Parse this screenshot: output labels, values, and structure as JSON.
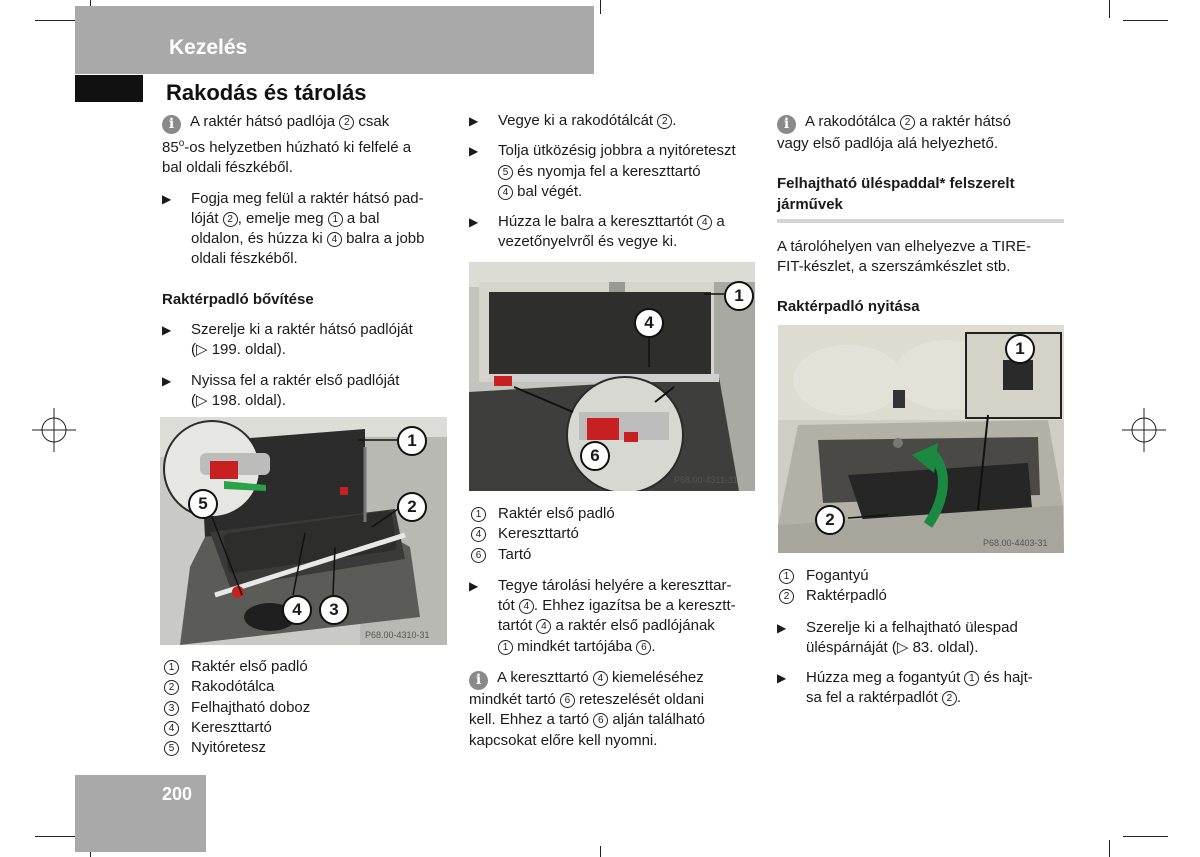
{
  "header": {
    "chapter": "Kezelés",
    "title": "Rakodás és tárolás",
    "page_number": "200"
  },
  "col1": {
    "info1": [
      "A raktér hátsó padlója ",
      " csak",
      "85",
      "o",
      "-os helyzetben húzható ki felfelé a",
      "bal oldali fészkéből."
    ],
    "info1_num": "2",
    "step1": {
      "a": "Fogja meg felül a raktér hátsó pad-",
      "b1": "lóját ",
      "b2": ", emelje meg ",
      "b3": " a bal",
      "c1": "oldalon, és húzza ki ",
      "c2": " balra a jobb",
      "d": "oldali fészkéből.",
      "n1": "2",
      "n2": "1",
      "n3": "4"
    },
    "subhead": "Raktérpadló bővítése",
    "step2": {
      "a": "Szerelje ki a raktér hátsó padlóját",
      "b": "(▷ 199. oldal)."
    },
    "step3": {
      "a": "Nyissa fel a raktér első padlóját",
      "b": "(▷ 198. oldal)."
    },
    "figure": {
      "code": "P68.00-4310-31",
      "callouts": [
        "1",
        "2",
        "5",
        "4",
        "3"
      ]
    },
    "legend": [
      {
        "num": "1",
        "text": "Raktér első padló"
      },
      {
        "num": "2",
        "text": "Rakodótálca"
      },
      {
        "num": "3",
        "text": "Felhajtható doboz"
      },
      {
        "num": "4",
        "text": "Kereszttartó"
      },
      {
        "num": "5",
        "text": "Nyitóretesz"
      }
    ]
  },
  "col2": {
    "step1": {
      "a": "Vegye ki a rakodótálcát ",
      "n": "2",
      "b": "."
    },
    "step2": {
      "a": "Tolja ütközésig jobbra a nyitóreteszt",
      "b": " és nyomja fel a kereszttartó",
      "c": " bal végét.",
      "n1": "5",
      "n2": "4"
    },
    "step3": {
      "a1": "Húzza le balra a kereszttartót ",
      "a2": " a",
      "b": "vezetőnyelvről és vegye ki.",
      "n": "4"
    },
    "figure": {
      "code": "P68.00-4311-31",
      "callouts": [
        "1",
        "4",
        "6"
      ]
    },
    "legend": [
      {
        "num": "1",
        "text": "Raktér első padló"
      },
      {
        "num": "4",
        "text": "Kereszttartó"
      },
      {
        "num": "6",
        "text": "Tartó"
      }
    ],
    "step4": {
      "a": "Tegye tárolási helyére a kereszttar-",
      "b1": "tót ",
      "b2": ". Ehhez igazítsa be a keresztt-",
      "c1": "tartót ",
      "c2": " a raktér első padlójának",
      "d1": " mindkét tartójába ",
      "d2": ".",
      "n1": "4",
      "n2": "4",
      "n3": "1",
      "n4": "6"
    },
    "info": {
      "a1": "A kereszttartó ",
      "a2": " kiemeléséhez",
      "b1": "mindkét tartó ",
      "b2": " reteszelését oldani",
      "c1": "kell. Ehhez a tartó ",
      "c2": " alján található",
      "d": "kapcsokat előre kell nyomni.",
      "n1": "4",
      "n2": "6",
      "n3": "6"
    }
  },
  "col3": {
    "info": {
      "a1": "A rakodótálca ",
      "a2": " a raktér hátsó",
      "b": "vagy első padlója alá helyezhető.",
      "n": "2"
    },
    "subhead1": [
      "Felhajtható üléspaddal* felszerelt",
      "járművek"
    ],
    "para": [
      "A tárolóhelyen van elhelyezve a TIRE-",
      "FIT-készlet, a szerszámkészlet stb."
    ],
    "subhead2": "Raktérpadló nyitása",
    "figure": {
      "code": "P68.00-4403-31",
      "callouts": [
        "1",
        "2"
      ]
    },
    "legend": [
      {
        "num": "1",
        "text": "Fogantyú"
      },
      {
        "num": "2",
        "text": "Raktérpadló"
      }
    ],
    "step1": {
      "a": "Szerelje ki a felhajtható ülespad",
      "b": "üléspárnáját (▷ 83. oldal)."
    },
    "step2": {
      "a1": "Húzza meg a fogantyút ",
      "a2": " és hajt-",
      "b1": "sa fel a raktérpadlót ",
      "b2": ".",
      "n1": "1",
      "n2": "2"
    }
  }
}
